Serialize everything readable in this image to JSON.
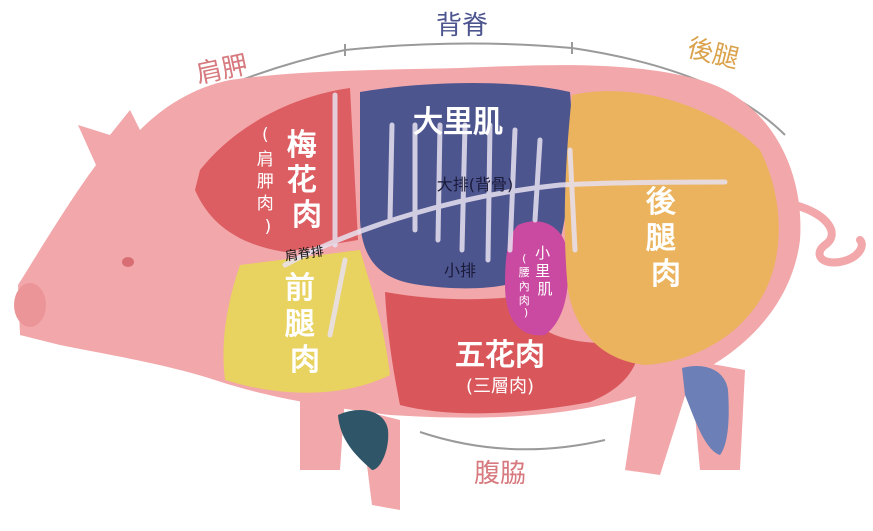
{
  "sections": {
    "shoulder": "肩胛",
    "back": "背脊",
    "hind_leg": "後腿",
    "belly": "腹脇"
  },
  "cuts": {
    "plum": {
      "name": "梅花肉",
      "sub": "(肩胛肉)"
    },
    "shoulder_rib": {
      "name": "肩脊排"
    },
    "loin": {
      "name": "大里肌"
    },
    "big_rib": {
      "name": "大排(背骨)"
    },
    "small_rib": {
      "name": "小排"
    },
    "tenderloin": {
      "name": "小里肌",
      "sub": "(腰內肉)"
    },
    "foreleg": {
      "name": "前腿肉"
    },
    "pork_belly": {
      "name": "五花肉",
      "sub": "(三層肉)"
    },
    "hind_leg": {
      "name": "後腿肉"
    }
  },
  "colors": {
    "body": "#f2a7aa",
    "plum": "#dc5d62",
    "loin": "#4d558f",
    "foreleg": "#e8d260",
    "pork_belly": "#d9565a",
    "tenderloin": "#c94aa0",
    "hind_leg": "#ebb35d",
    "shank_front": "#2f5568",
    "shank_back": "#6c7fb6",
    "section_label_color": "#d77a7f",
    "back_label_color": "#4d558f",
    "hind_label_color": "#dba24c",
    "bone_lines": "#e8e1f0"
  }
}
